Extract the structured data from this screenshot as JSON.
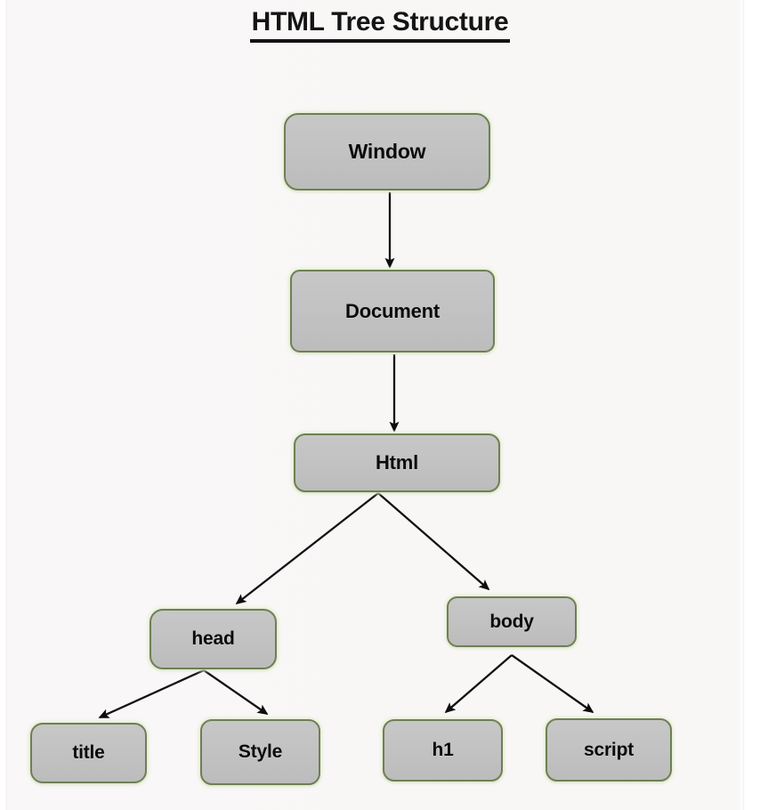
{
  "diagram": {
    "title": "HTML Tree Structure",
    "type": "tree",
    "background_color": "#f9f7f6",
    "node_fill_color": "#c3c3c3",
    "node_border_color": "#6f7f55",
    "edge_color": "#101010",
    "nodes": [
      {
        "id": "window",
        "label": "Window",
        "level": 0
      },
      {
        "id": "document",
        "label": "Document",
        "level": 1
      },
      {
        "id": "html",
        "label": "Html",
        "level": 2
      },
      {
        "id": "head",
        "label": "head",
        "level": 3
      },
      {
        "id": "body",
        "label": "body",
        "level": 3
      },
      {
        "id": "title",
        "label": "title",
        "level": 4
      },
      {
        "id": "style",
        "label": "Style",
        "level": 4
      },
      {
        "id": "h1",
        "label": "h1",
        "level": 4
      },
      {
        "id": "script",
        "label": "script",
        "level": 4
      }
    ],
    "edges": [
      {
        "from": "window",
        "to": "document"
      },
      {
        "from": "document",
        "to": "html"
      },
      {
        "from": "html",
        "to": "head"
      },
      {
        "from": "html",
        "to": "body"
      },
      {
        "from": "head",
        "to": "title"
      },
      {
        "from": "head",
        "to": "style"
      },
      {
        "from": "body",
        "to": "h1"
      },
      {
        "from": "body",
        "to": "script"
      }
    ]
  }
}
